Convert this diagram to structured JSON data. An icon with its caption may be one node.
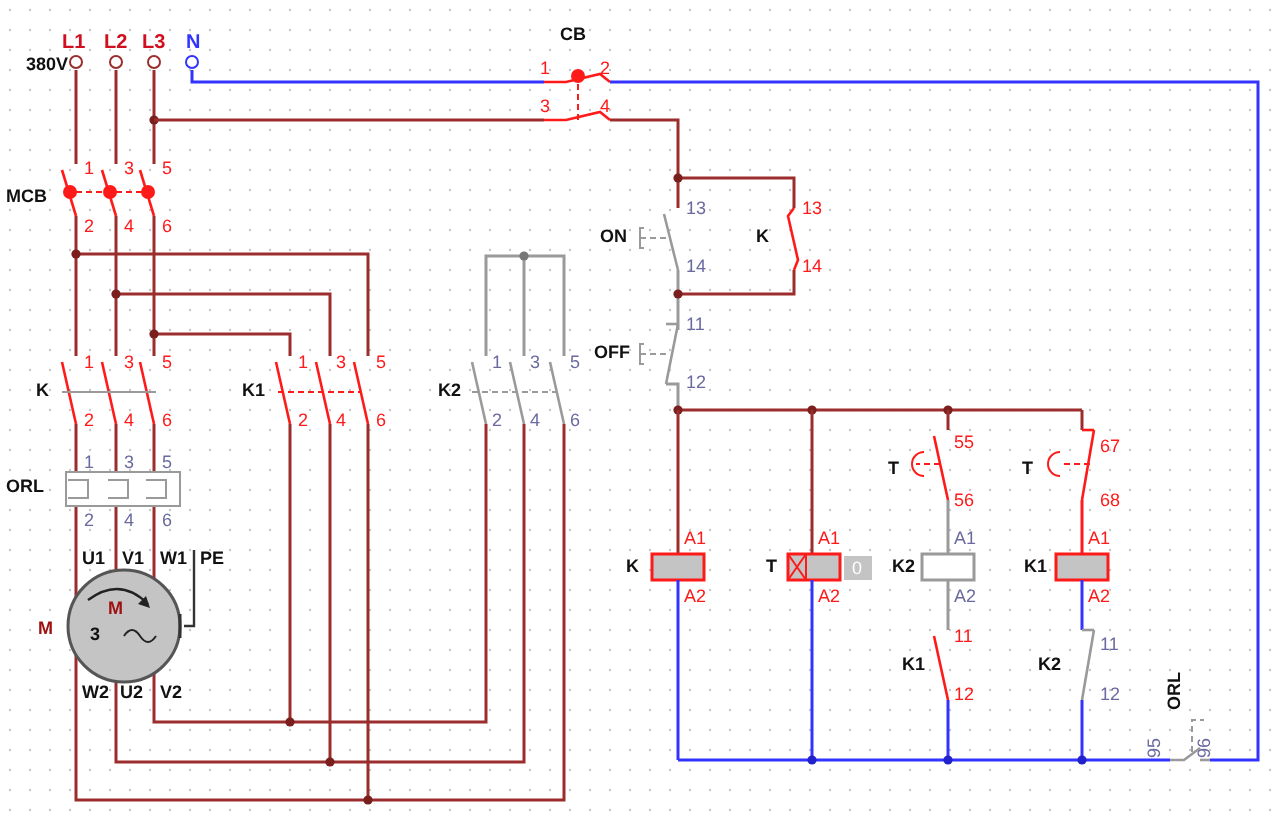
{
  "diagram": {
    "labels": [
      "L1",
      "L2",
      "L3",
      "N",
      "380V",
      "CB",
      "1",
      "2",
      "3",
      "4",
      "MCB",
      "1",
      "3",
      "5",
      "2",
      "4",
      "6",
      "ON",
      "13",
      "14",
      "K",
      "13",
      "14",
      "OFF",
      "11",
      "12",
      "K",
      "1",
      "3",
      "5",
      "2",
      "4",
      "6",
      "K1",
      "1",
      "3",
      "5",
      "2",
      "4",
      "6",
      "K2",
      "1",
      "3",
      "5",
      "2",
      "4",
      "6",
      "ORL",
      "1",
      "3",
      "5",
      "2",
      "4",
      "6",
      "U1",
      "V1",
      "W1",
      "PE",
      "M",
      "M",
      "3",
      "W2",
      "U2",
      "V2",
      "K",
      "A1",
      "A2",
      "T",
      "A1",
      "A2",
      "0",
      "T",
      "55",
      "56",
      "K2",
      "A1",
      "A2",
      "K1",
      "11",
      "12",
      "T",
      "67",
      "68",
      "K1",
      "A1",
      "A2",
      "K2",
      "11",
      "12",
      "ORL",
      "95",
      "96"
    ]
  }
}
